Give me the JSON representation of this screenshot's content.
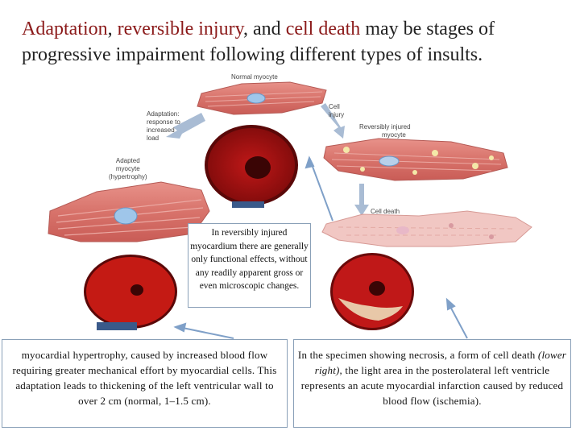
{
  "title": {
    "part1": "Adaptation",
    "sep1": ", ",
    "part2": "reversible injury",
    "sep2": ", and ",
    "part3": "cell death",
    "rest": " may be stages of progressive impairment following different types of insults."
  },
  "figure_labels": {
    "normal": "Normal myocyte",
    "adaptation_1": "Adaptation:",
    "adaptation_2": "response to",
    "adaptation_3": "increased",
    "adaptation_4": "load",
    "adapted_1": "Adapted",
    "adapted_2": "myocyte",
    "adapted_3": "(hypertrophy)",
    "cell_injury_1": "Cell",
    "cell_injury_2": "injury",
    "reversible_1": "Reversibly injured",
    "reversible_2": "myocyte",
    "cell_death": "Cell death"
  },
  "notes": {
    "middle": "In reversibly injured myocardium there are generally only functional effects, without any readily apparent gross or even microscopic changes.",
    "left": "myocardial hypertrophy, caused by increased blood flow requiring greater mechanical effort by myocardial cells. This adaptation leads to thickening of the left ventricular wall to over 2 cm (normal, 1–1.5 cm).",
    "right_a": "In the specimen showing necrosis, a form of cell death ",
    "right_em": "(lower right)",
    "right_b": ", the light area in the posterolateral left ventricle represents an acute myocardial infarction caused by reduced blood flow (ischemia)."
  }
}
